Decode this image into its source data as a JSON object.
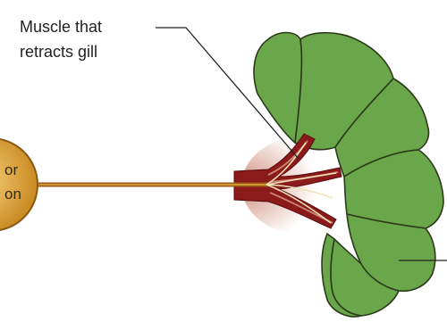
{
  "labels": {
    "muscle_line1": "Muscle that",
    "muscle_line2": "retracts gill",
    "neuron_line1": "or",
    "neuron_line2": "on"
  },
  "colors": {
    "gill_fill": "#6aa64a",
    "gill_outline": "#2b3b1a",
    "neuron_fill": "#e0a93a",
    "axon": "#9a5a18",
    "muscle": "#8b1a1a",
    "muscle_highlight": "#c9826e",
    "nerve_branch": "#f2e2b8"
  }
}
